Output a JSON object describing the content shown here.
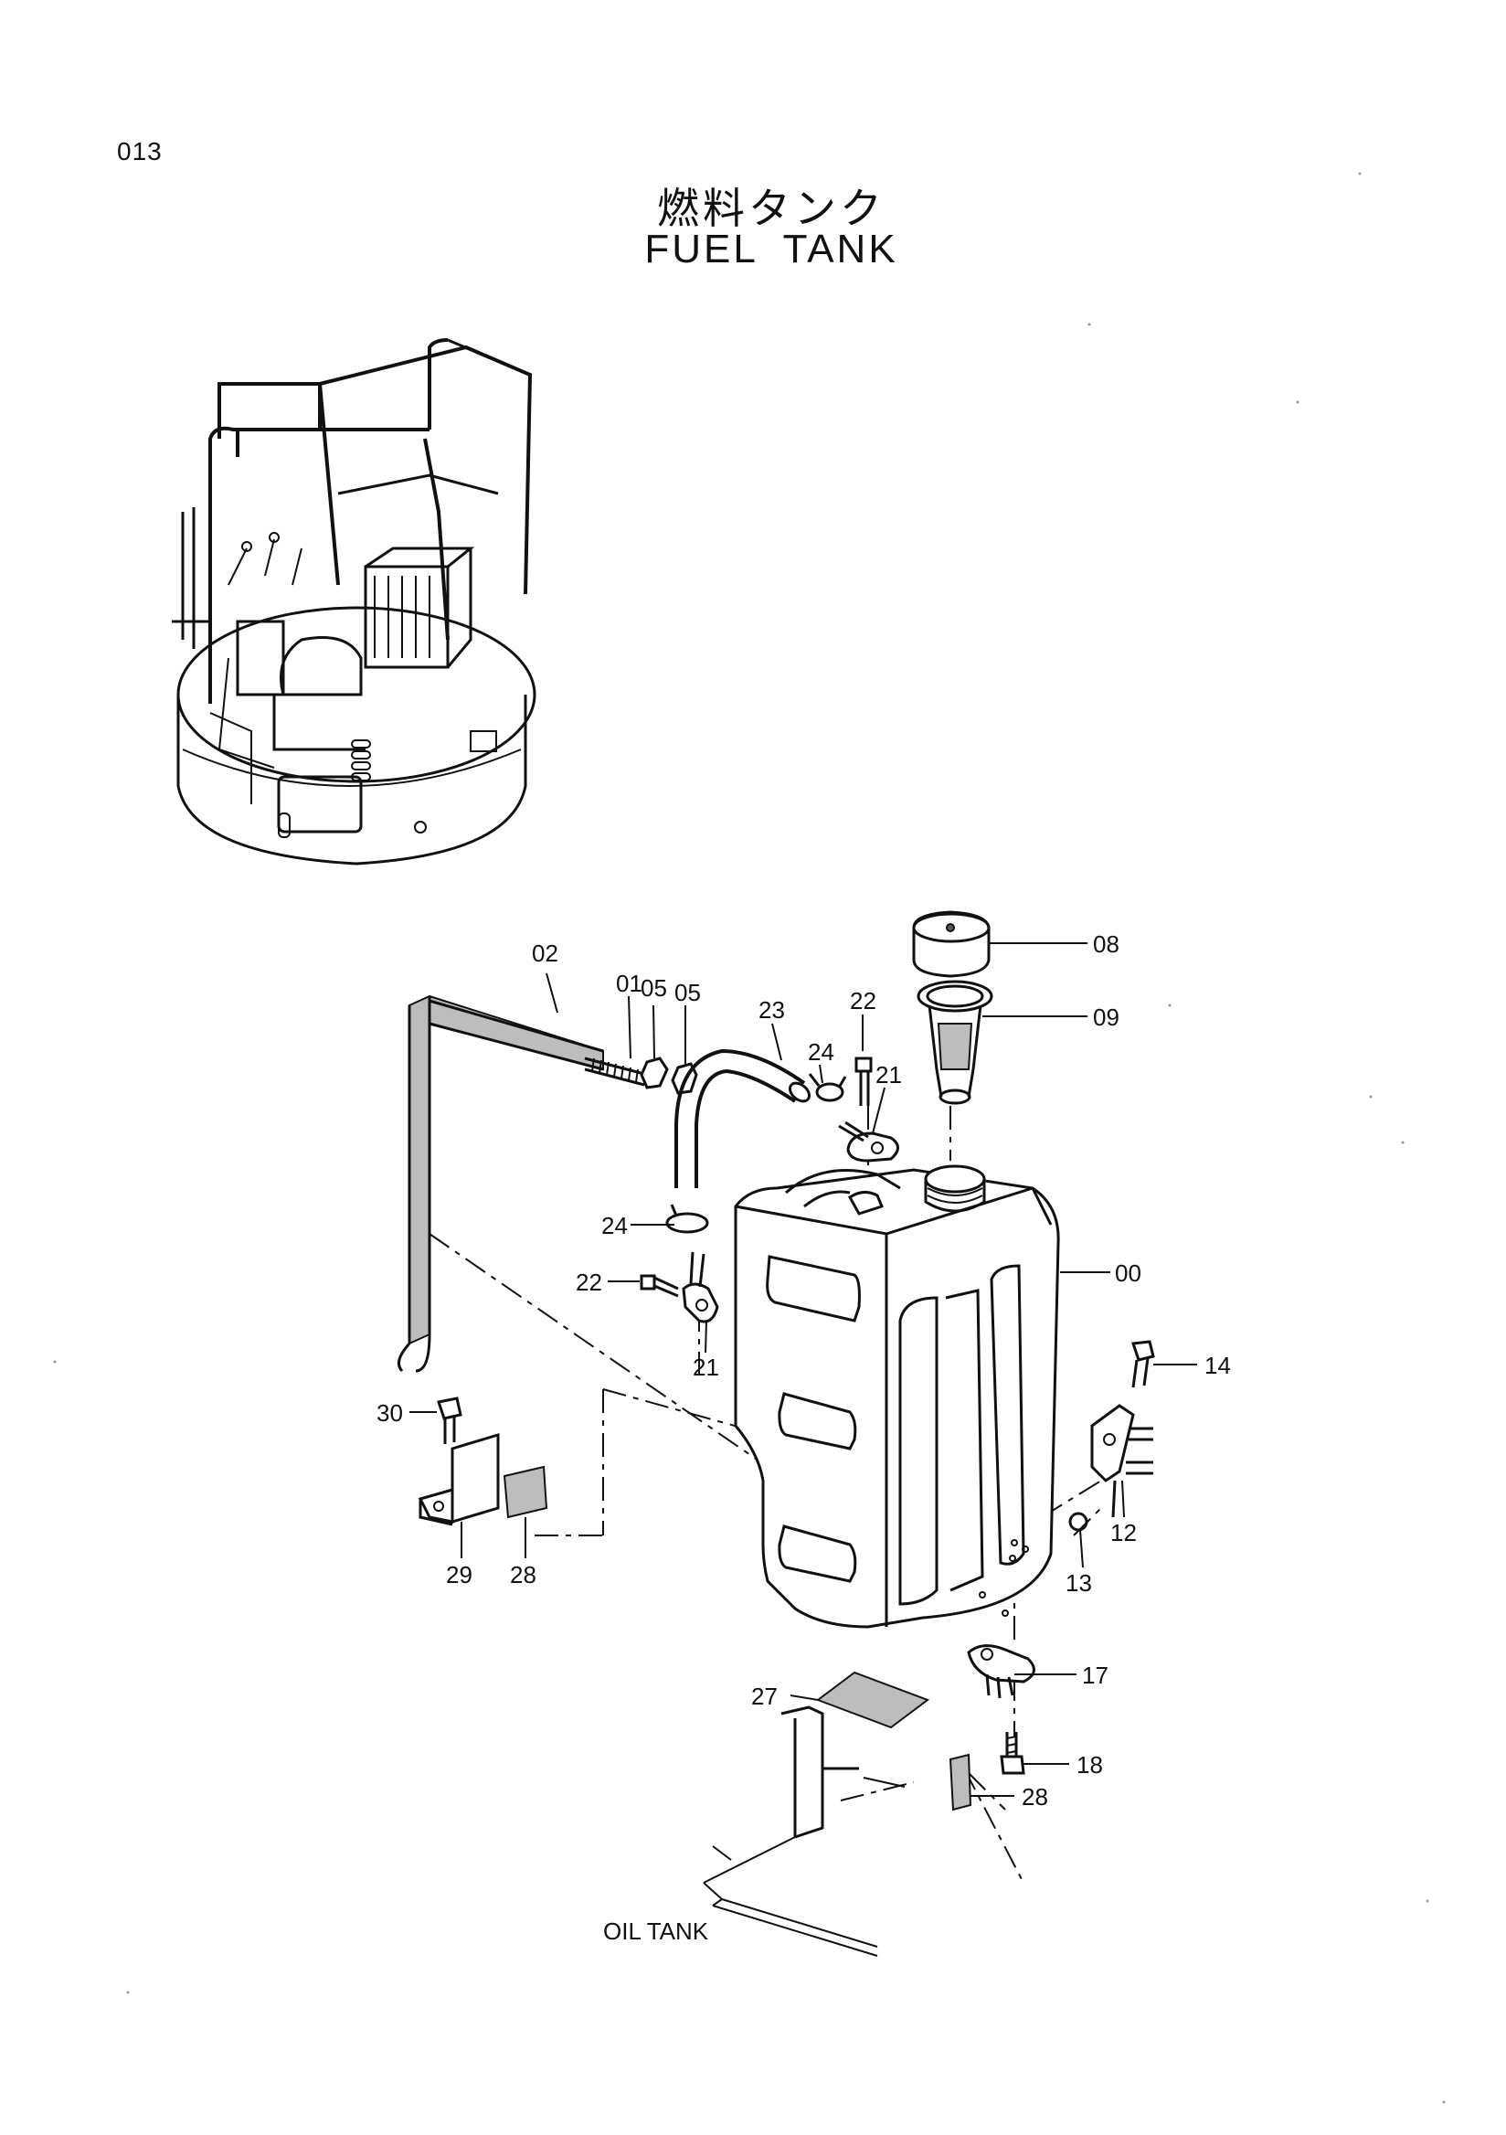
{
  "page_number": "013",
  "title_jp": "燃料タンク",
  "title_en": "FUEL  TANK",
  "oil_tank_label": "OIL TANK",
  "callouts": [
    "02",
    "01",
    "05",
    "05",
    "23",
    "22",
    "24",
    "21",
    "08",
    "09",
    "00",
    "24",
    "22",
    "21",
    "14",
    "30",
    "12",
    "13",
    "29",
    "28",
    "17",
    "27",
    "18",
    "28"
  ]
}
